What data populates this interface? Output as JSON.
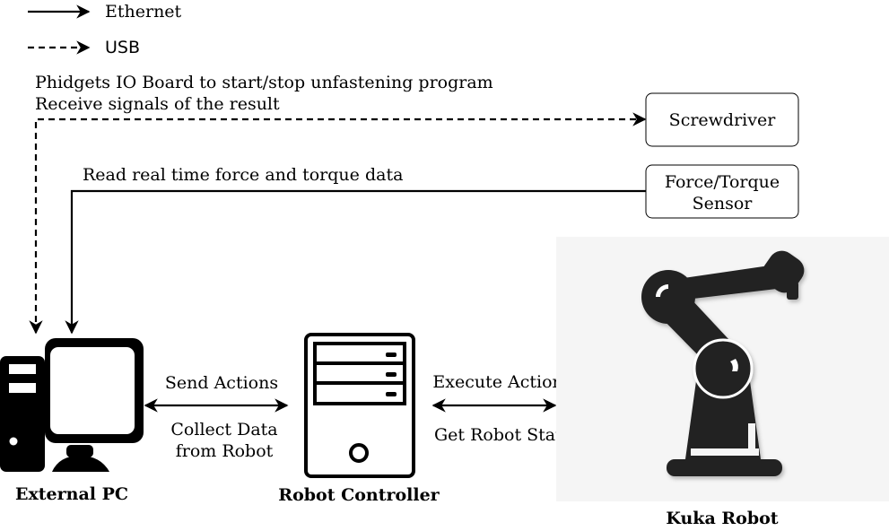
{
  "legend": {
    "ethernet": "Ethernet",
    "usb": "USB"
  },
  "labels": {
    "phidgets_line1": "Phidgets IO Board  to start/stop unfastening program",
    "phidgets_line2": "Receive signals of the result",
    "force_data": "Read real time force and torque data",
    "send_actions": "Send Actions",
    "collect_line1": "Collect Data",
    "collect_line2": "from Robot",
    "execute_actions": "Execute Actions",
    "get_state": "Get Robot State"
  },
  "nodes": {
    "screwdriver": "Screwdriver",
    "ft_sensor_line1": "Force/Torque",
    "ft_sensor_line2": "Sensor",
    "external_pc": "External PC",
    "robot_controller": "Robot Controller",
    "kuka_robot": "Kuka Robot"
  },
  "colors": {
    "stroke": "#000000",
    "icon_fill": "#000000",
    "robot_fill": "#222222",
    "robot_panel": "#f5f5f5"
  },
  "icons": {
    "pc": "desktop-computer-icon",
    "controller": "server-tower-icon",
    "robot": "industrial-robot-arm-icon"
  }
}
